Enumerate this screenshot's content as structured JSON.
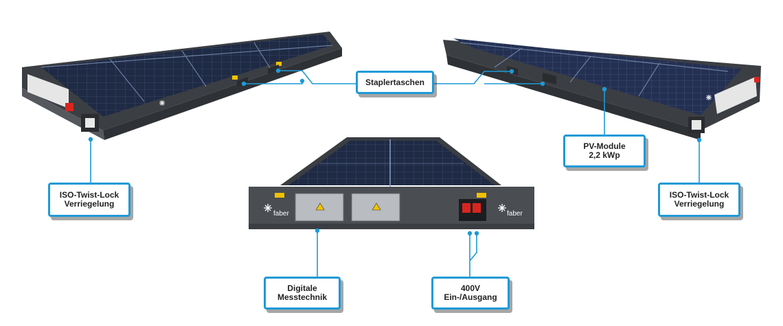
{
  "colors": {
    "accent": "#1d9ad6",
    "frame": "#4a4d52",
    "panel": "#1f2a44",
    "panel_light": "#34466e",
    "box": "#b9bcc0",
    "warning": "#f2c200",
    "socket": "#d8261f"
  },
  "callouts": {
    "staplertaschen": {
      "line1": "Staplertaschen"
    },
    "isoLeft": {
      "line1": "ISO-Twist-Lock",
      "line2": "Verriegelung"
    },
    "pvModule": {
      "line1": "PV-Module",
      "line2": "2,2 kWp"
    },
    "isoRight": {
      "line1": "ISO-Twist-Lock",
      "line2": "Verriegelung"
    },
    "messtechnik": {
      "line1": "Digitale",
      "line2": "Messtechnik"
    },
    "ausgang": {
      "line1": "400V",
      "line2": "Ein-/Ausgang"
    }
  },
  "logos": {
    "brand": "faber"
  }
}
